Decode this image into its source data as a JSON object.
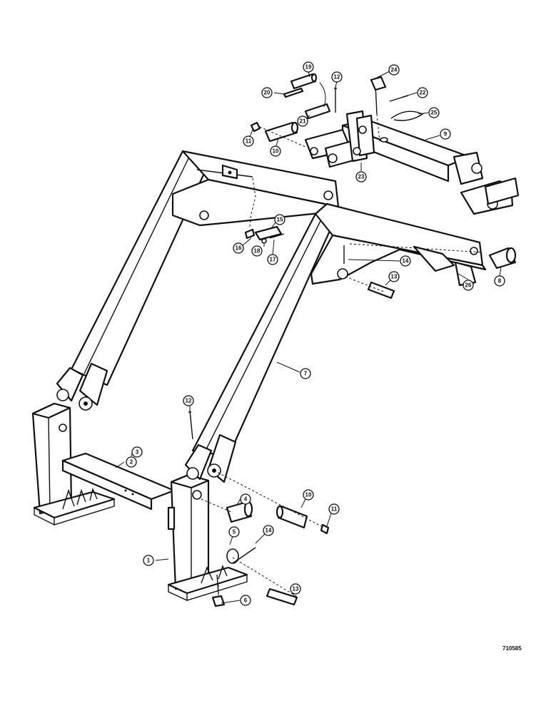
{
  "figure_code": "710585",
  "callouts": [
    "1",
    "2",
    "3",
    "4",
    "5",
    "6",
    "7",
    "8",
    "9",
    "10",
    "11",
    "12",
    "13",
    "14",
    "15",
    "16",
    "17",
    "18",
    "19",
    "20",
    "21",
    "22",
    "23",
    "24",
    "25",
    "26"
  ]
}
